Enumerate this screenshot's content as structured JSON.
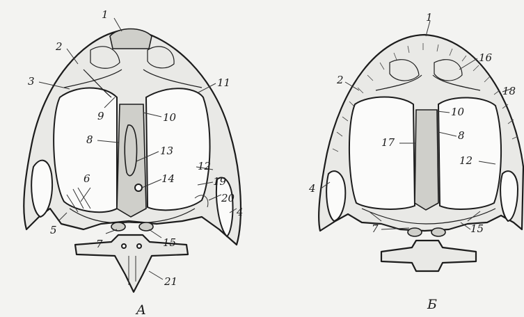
{
  "figure": {
    "skulls": [
      {
        "id": "A",
        "caption": "A",
        "labels": [
          "1",
          "2",
          "3",
          "9",
          "11",
          "10",
          "8",
          "13",
          "12",
          "19",
          "6",
          "14",
          "20",
          "4",
          "5",
          "7",
          "15",
          "21"
        ]
      },
      {
        "id": "B",
        "caption": "Б",
        "labels": [
          "1",
          "16",
          "2",
          "18",
          "10",
          "8",
          "17",
          "12",
          "4",
          "7",
          "15"
        ]
      }
    ]
  }
}
